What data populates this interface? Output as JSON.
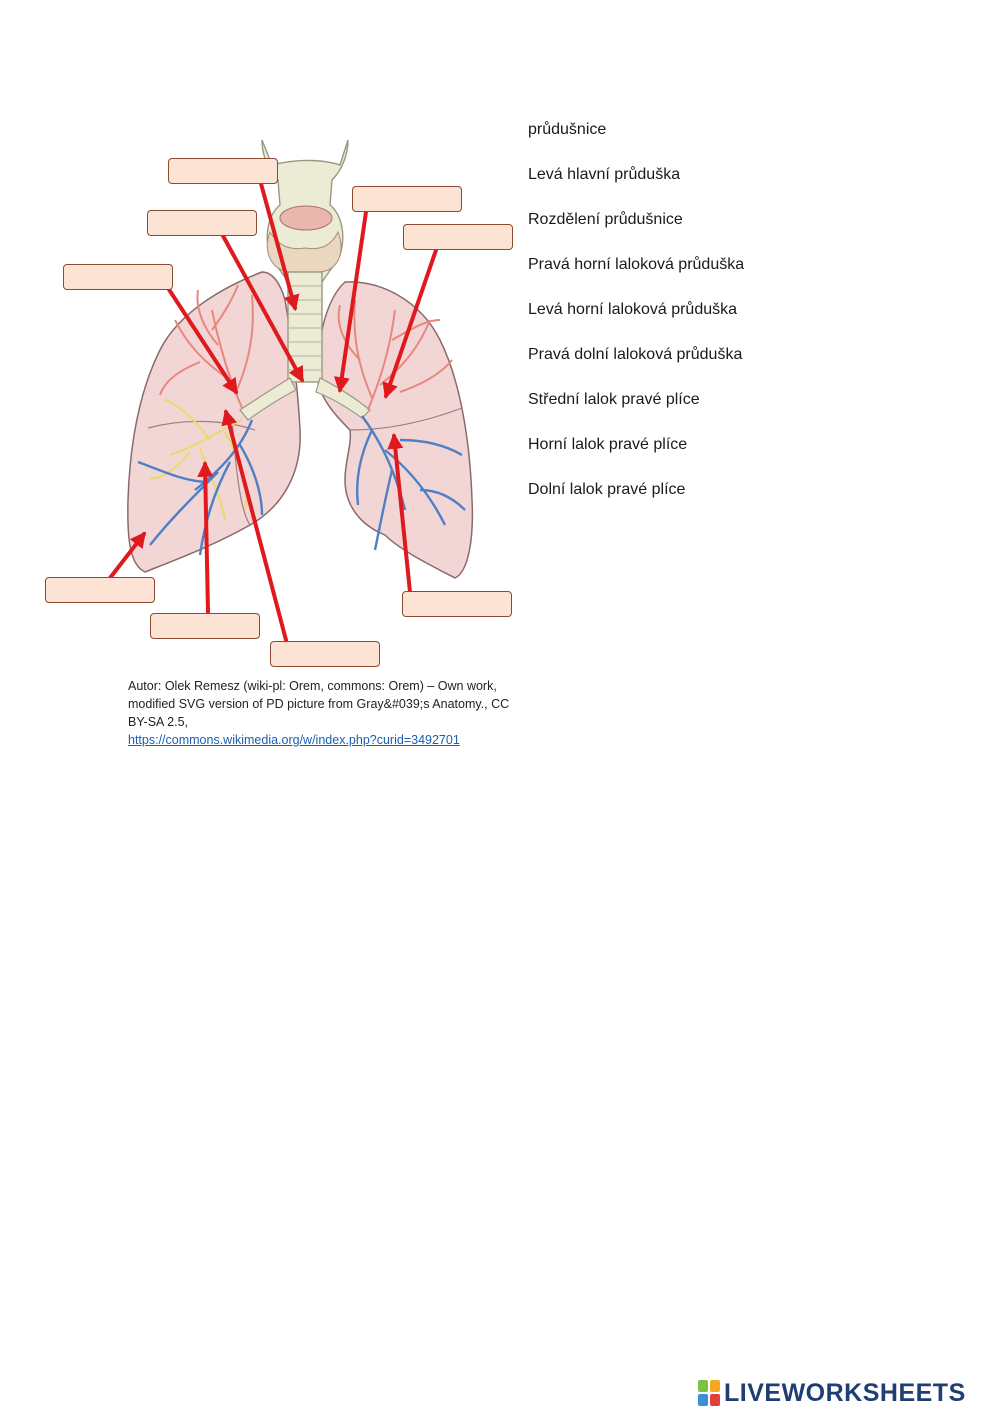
{
  "word_bank": [
    "průdušnice",
    "Levá hlavní průduška",
    "Rozdělení průdušnice",
    "Pravá horní laloková průduška",
    "Levá horní laloková průduška",
    "Pravá dolní laloková průduška",
    "Střední lalok pravé plíce",
    "Horní lalok pravé plíce",
    "Dolní lalok pravé plíce"
  ],
  "credit": {
    "text": "Autor: Olek Remesz (wiki-pl: Orem, commons: Orem) – Own work, modified SVG version of PD picture from Gray&#039;s Anatomy., CC BY-SA 2.5,",
    "link": "https://commons.wikimedia.org/w/index.php?curid=3492701"
  },
  "branding": {
    "logo": "LIVEWORKSHEETS"
  },
  "colors": {
    "arrow": "#e0191f",
    "drop_box_fill": "#fde3d3",
    "drop_box_border": "#8a4a33",
    "lung_fill": "#f2d6d6",
    "trachea_fill": "#ecebd6",
    "bronchi_red": "#e9877f",
    "bronchi_blue": "#4f7fc4",
    "bronchi_yellow": "#e6dc6b",
    "logo_text": "#1f3f73"
  }
}
